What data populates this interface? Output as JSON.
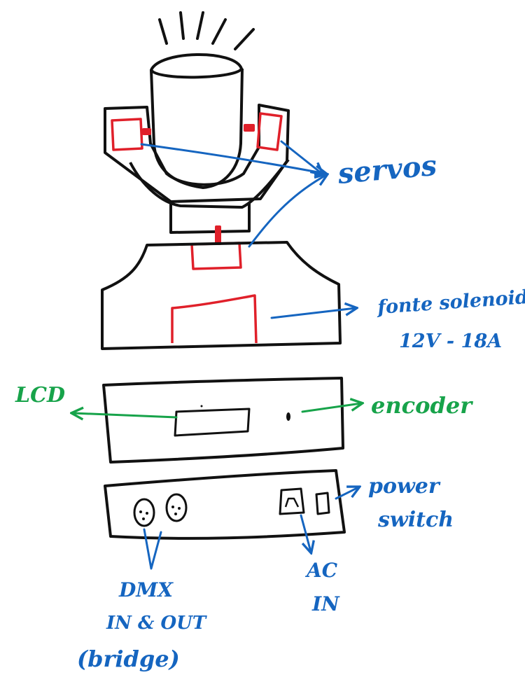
{
  "colors": {
    "ink": "#111111",
    "highlight": "#e0202a",
    "annotation_blue": "#1565c0",
    "annotation_green": "#17a34a"
  },
  "labels": {
    "servos": "servos",
    "power_supply_line1": "fonte solenoid",
    "power_supply_line2": "12V - 18A",
    "lcd": "LCD",
    "encoder": "encoder",
    "power_switch_line1": "power",
    "power_switch_line2": "switch",
    "ac_in_line1": "AC",
    "ac_in_line2": "IN",
    "dmx_line1": "DMX",
    "dmx_line2": "IN & OUT",
    "dmx_line3": "(bridge)"
  }
}
